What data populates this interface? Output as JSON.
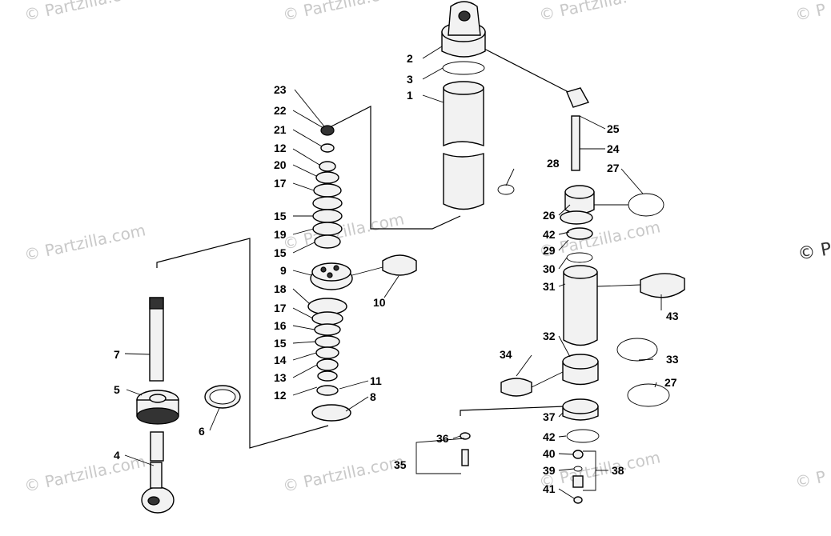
{
  "watermark": {
    "text": "© Partzilla.com",
    "text_cut_right": "© P",
    "text_cut_tl": "© Partzilla.c",
    "text_cut_tr": "© Partzilla.",
    "text_cut_far": "© P"
  },
  "callouts": {
    "c1": "1",
    "c2": "2",
    "c3": "3",
    "c4": "4",
    "c5": "5",
    "c6": "6",
    "c7": "7",
    "c8": "8",
    "c9": "9",
    "c10": "10",
    "c11": "11",
    "c12a": "12",
    "c12b": "12",
    "c13": "13",
    "c14": "14",
    "c15a": "15",
    "c15b": "15",
    "c15c": "15",
    "c16": "16",
    "c17a": "17",
    "c17b": "17",
    "c18": "18",
    "c19": "19",
    "c20": "20",
    "c21": "21",
    "c22": "22",
    "c23": "23",
    "c24": "24",
    "c25": "25",
    "c26": "26",
    "c27a": "27",
    "c27b": "27",
    "c28": "28",
    "c29": "29",
    "c30": "30",
    "c31": "31",
    "c32": "32",
    "c33": "33",
    "c34": "34",
    "c35": "35",
    "c36": "36",
    "c37": "37",
    "c38": "38",
    "c39": "39",
    "c40": "40",
    "c41": "41",
    "c42a": "42",
    "c42b": "42",
    "c43": "43"
  }
}
